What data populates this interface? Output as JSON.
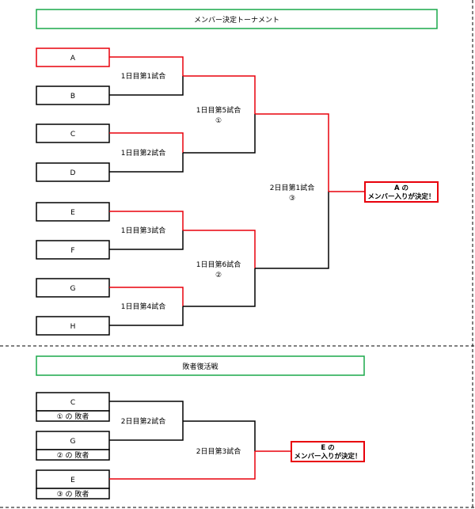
{
  "section1": {
    "title": "メンバー決定トーナメント",
    "entrants": [
      "A",
      "B",
      "C",
      "D",
      "E",
      "F",
      "G",
      "H"
    ],
    "round1": [
      "1日目第1試合",
      "1日目第2試合",
      "1日目第3試合",
      "1日目第4試合"
    ],
    "round2": [
      {
        "label": "1日目第5試合",
        "mark": "①"
      },
      {
        "label": "1日目第6試合",
        "mark": "②"
      }
    ],
    "final": {
      "label": "2日目第1試合",
      "mark": "③"
    },
    "result": {
      "line1": "A の",
      "line2": "メンバー入りが決定！"
    }
  },
  "section2": {
    "title": "敗者復活戦",
    "entrants": [
      {
        "name": "C",
        "sub": "① の 敗者"
      },
      {
        "name": "G",
        "sub": "② の 敗者"
      },
      {
        "name": "E",
        "sub": "③ の 敗者"
      }
    ],
    "round1": "2日目第2試合",
    "final": "2日目第3試合",
    "result": {
      "line1": "E の",
      "line2": "メンバー入りが決定！"
    }
  },
  "colors": {
    "winner": "#e8000b",
    "normal": "#000000",
    "title_border": "#1aa84a"
  }
}
